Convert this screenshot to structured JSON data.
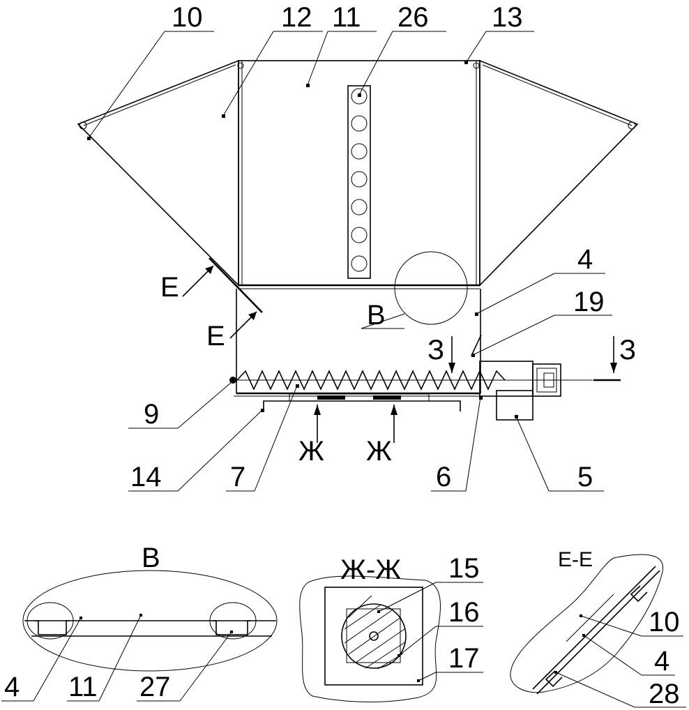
{
  "callouts": {
    "c10": "10",
    "c12": "12",
    "c11": "11",
    "c26": "26",
    "c13": "13",
    "c4": "4",
    "c19": "19",
    "c9": "9",
    "c14": "14",
    "c7": "7",
    "c6": "6",
    "c5": "5"
  },
  "section_marks": {
    "e_top": "Е",
    "e_bottom": "Е",
    "b": "В",
    "z_left": "З",
    "z_right": "З",
    "zh_left": "Ж",
    "zh_right": "Ж"
  },
  "detail_b": {
    "title": "В",
    "c4": "4",
    "c11": "11",
    "c27": "27"
  },
  "detail_zh": {
    "title": "Ж-Ж",
    "c15": "15",
    "c16": "16",
    "c17": "17"
  },
  "detail_e": {
    "title": "Е-Е",
    "c10": "10",
    "c4": "4",
    "c28": "28"
  }
}
